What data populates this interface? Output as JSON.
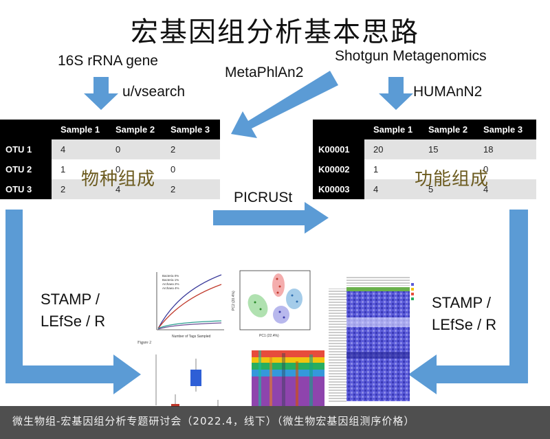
{
  "title": "宏基因组分析基本思路",
  "labels": {
    "rrna": "16S rRNA gene",
    "vsearch": "u/vsearch",
    "shotgun": "Shotgun Metagenomics",
    "metaphlan": "MetaPhlAn2",
    "humann": "HUMAnN2",
    "picrust": "PICRUSt",
    "stamp_left_1": "STAMP /",
    "stamp_left_2": "LEfSe / R",
    "stamp_right_1": "STAMP /",
    "stamp_right_2": "LEfSe / R"
  },
  "tables": {
    "otu": {
      "headers": [
        "Sample 1",
        "Sample 2",
        "Sample 3"
      ],
      "rows": [
        {
          "label": "OTU 1",
          "values": [
            "4",
            "0",
            "2"
          ]
        },
        {
          "label": "OTU 2",
          "values": [
            "1",
            "0",
            "0"
          ]
        },
        {
          "label": "OTU 3",
          "values": [
            "2",
            "4",
            "2"
          ]
        }
      ],
      "overlay": "物种组成"
    },
    "ko": {
      "headers": [
        "Sample 1",
        "Sample 2",
        "Sample 3"
      ],
      "rows": [
        {
          "label": "K00001",
          "values": [
            "20",
            "15",
            "18"
          ]
        },
        {
          "label": "K00002",
          "values": [
            "1",
            "",
            "0"
          ]
        },
        {
          "label": "K00003",
          "values": [
            "4",
            "5",
            "4"
          ]
        }
      ],
      "overlay": "功能组成"
    }
  },
  "figures": {
    "rarefaction_legend": [
      "Bacteria 0%",
      "Bacteria 1%",
      "Archaea 2%",
      "Archaea 4%"
    ],
    "rarefaction_xlabel": "Number of Tags Sampled",
    "pca_xlabel": "PC1 (22.4%)",
    "pca_ylabel": "PC2 (20.4%)",
    "figure_label": "Figure 2"
  },
  "caption": "微生物组-宏基因组分析专题研讨会（2022.4，线下）（微生物宏基因组测序价格）",
  "colors": {
    "arrow": "#5b9bd5",
    "table_header": "#000000",
    "table_row_alt": "#e2e2e2",
    "overlay_text": "#6b5a1e"
  }
}
